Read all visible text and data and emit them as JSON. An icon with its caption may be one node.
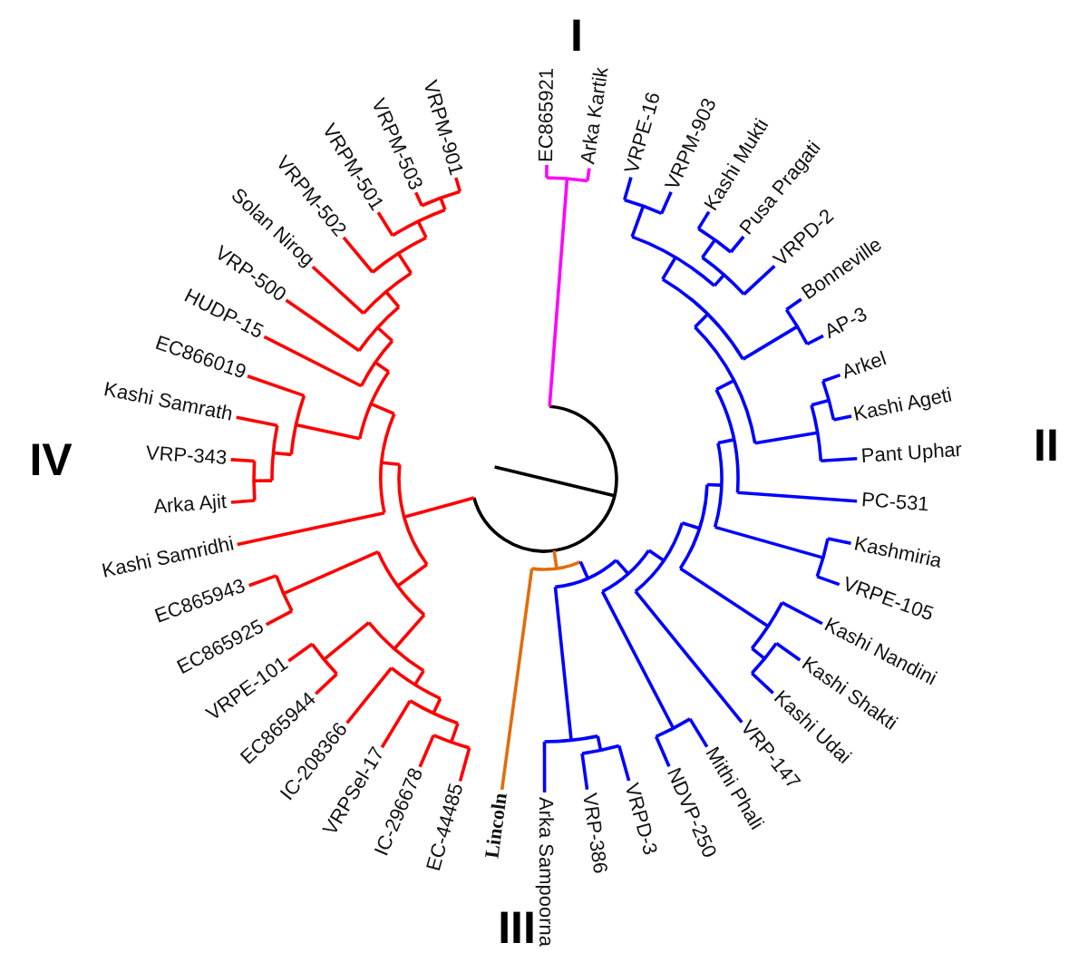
{
  "diagram": {
    "nodes": [
      {
        "text": [
          "EC865921"
        ]
      },
      {
        "text": [
          "Arka Kartik"
        ]
      },
      {
        "text": [
          "VRPE-16"
        ]
      },
      {
        "text": [
          "VRPM-903"
        ]
      },
      {
        "text": [
          "Kashi Mukti"
        ]
      },
      {
        "text": [
          "Pusa Pragati"
        ]
      },
      {
        "text": [
          "VRPD-2"
        ]
      },
      {
        "text": [
          "Bonneville"
        ]
      },
      {
        "text": [
          "AP-3"
        ]
      },
      {
        "text": [
          "Arkel"
        ]
      },
      {
        "text": [
          "Kashi Ageti"
        ]
      },
      {
        "text": [
          "Pant Uphar"
        ]
      },
      {
        "text": [
          "PC-531"
        ]
      },
      {
        "text": [
          "Kashmiria"
        ]
      },
      {
        "text": [
          "VRPE-105"
        ]
      },
      {
        "text": [
          "Kashi Nandini"
        ]
      },
      {
        "text": [
          "Kashi Shakti"
        ]
      },
      {
        "text": [
          "Kashi Udai"
        ]
      },
      {
        "text": [
          "VRP-147"
        ]
      },
      {
        "text": [
          "Mithi Phali"
        ]
      },
      {
        "text": [
          "NDVP-250"
        ]
      },
      {
        "text": [
          "VRPD-3"
        ]
      },
      {
        "text": [
          "VRP-386"
        ]
      },
      {
        "text": [
          "Arka Sampoorna"
        ]
      },
      {
        "text": [
          "Lincoln"
        ]
      },
      {
        "text": [
          "EC-44485"
        ]
      },
      {
        "text": [
          "IC-296678"
        ]
      },
      {
        "text": [
          "VRPSel-17"
        ]
      },
      {
        "text": [
          "IC-208366"
        ]
      },
      {
        "text": [
          "EC865944"
        ]
      },
      {
        "text": [
          "VRPE-101"
        ]
      },
      {
        "text": [
          "EC865925"
        ]
      },
      {
        "text": [
          "EC865943"
        ]
      },
      {
        "text": [
          "Kashi Samridhi"
        ]
      },
      {
        "text": [
          "Arka Ajit"
        ]
      },
      {
        "text": [
          "VRP-343"
        ]
      },
      {
        "text": [
          "Kashi Samrath"
        ]
      },
      {
        "text": [
          "EC866019"
        ]
      },
      {
        "text": [
          "HUDP-15"
        ]
      },
      {
        "text": [
          "VRP-500"
        ]
      },
      {
        "text": [
          "Solan Nirog"
        ]
      },
      {
        "text": [
          "VRPM-502"
        ]
      },
      {
        "text": [
          "VRPM-501"
        ]
      },
      {
        "text": [
          "VRPM-503"
        ]
      },
      {
        "text": [
          "VRPM-901"
        ]
      },
      {
        "text": [],
        "shape": "bar"
      },
      {
        "text": [],
        "shape": "bar"
      },
      {
        "text": [],
        "shape": "bar"
      },
      {
        "text": [],
        "shape": "bar"
      },
      {
        "text": [],
        "shape": "bar"
      },
      {
        "text": [],
        "shape": "bar"
      },
      {
        "text": [],
        "shape": "bar"
      },
      {
        "text": [],
        "shape": "bar"
      },
      {
        "text": [],
        "shape": "bar"
      },
      {
        "text": [],
        "shape": "bar"
      },
      {
        "text": [],
        "shape": "bar"
      },
      {
        "text": [],
        "shape": "bar"
      },
      {
        "text": [],
        "shape": "bar"
      },
      {
        "text": [],
        "shape": "bar"
      },
      {
        "text": [],
        "shape": "bar"
      },
      {
        "text": [],
        "shape": "bar"
      },
      {
        "text": [],
        "shape": "bar"
      },
      {
        "text": [],
        "shape": "bar"
      },
      {
        "text": [],
        "shape": "bar"
      },
      {
        "text": [],
        "shape": "bar"
      },
      {
        "text": [],
        "shape": "bar"
      },
      {
        "text": [],
        "shape": "bar"
      },
      {
        "text": [],
        "shape": "bar"
      },
      {
        "text": [],
        "shape": "bar"
      },
      {
        "text": [],
        "shape": "bar"
      },
      {
        "text": [],
        "shape": "bar"
      },
      {
        "text": [],
        "shape": "bar"
      },
      {
        "text": [],
        "shape": "bar"
      },
      {
        "text": [],
        "shape": "bar"
      },
      {
        "text": [],
        "shape": "bar"
      },
      {
        "text": [],
        "shape": "bar"
      },
      {
        "text": [],
        "shape": "bar"
      },
      {
        "text": [],
        "shape": "bar"
      },
      {
        "text": [],
        "shape": "bar"
      },
      {
        "text": [],
        "shape": "bar"
      },
      {
        "text": [],
        "shape": "bar"
      },
      {
        "text": [],
        "shape": "bar"
      },
      {
        "text": [],
        "shape": "bar"
      },
      {
        "text": [],
        "shape": "bar"
      },
      {
        "text": [],
        "shape": "bar"
      },
      {
        "text": [],
        "shape": "bar"
      },
      {
        "text": [],
        "shape": "bar"
      },
      {
        "text": [],
        "shape": "bar"
      }
    ],
    "edges": [
      {
        "from": 45,
        "to": 46,
        "arrow": "none",
        "color": "#ff00ff"
      },
      {
        "from": 45,
        "to": 47,
        "arrow": "none",
        "color": "#e36c0a"
      },
      {
        "from": 45,
        "to": 48,
        "arrow": "none",
        "color": "#ff0000"
      },
      {
        "from": 45,
        "to": null,
        "arrow": "none",
        "color": "#000000"
      },
      {
        "from": 46,
        "to": 0,
        "arrow": "none",
        "color": "#ff00ff"
      },
      {
        "from": 46,
        "to": 1,
        "arrow": "none",
        "color": "#ff00ff"
      },
      {
        "from": 47,
        "to": 49,
        "arrow": "none"
      },
      {
        "from": 47,
        "to": 24,
        "arrow": "none",
        "color": "#e36c0a"
      },
      {
        "from": 48,
        "to": 70,
        "arrow": "none",
        "color": "#ff0000"
      },
      {
        "from": 48,
        "to": 77,
        "arrow": "none",
        "color": "#ff0000"
      },
      {
        "from": 49,
        "to": 50,
        "arrow": "none"
      },
      {
        "from": 49,
        "to": 68,
        "arrow": "none"
      },
      {
        "from": 50,
        "to": 51,
        "arrow": "none"
      },
      {
        "from": 50,
        "to": 67,
        "arrow": "none"
      },
      {
        "from": 51,
        "to": 52,
        "arrow": "none"
      },
      {
        "from": 51,
        "to": 18,
        "arrow": "none"
      },
      {
        "from": 52,
        "to": 53,
        "arrow": "none"
      },
      {
        "from": 52,
        "to": 65,
        "arrow": "none"
      },
      {
        "from": 53,
        "to": 54,
        "arrow": "none"
      },
      {
        "from": 53,
        "to": 64,
        "arrow": "none"
      },
      {
        "from": 54,
        "to": 55,
        "arrow": "none"
      },
      {
        "from": 54,
        "to": 12,
        "arrow": "none"
      },
      {
        "from": 55,
        "to": 56,
        "arrow": "none"
      },
      {
        "from": 55,
        "to": 62,
        "arrow": "none"
      },
      {
        "from": 56,
        "to": 57,
        "arrow": "none"
      },
      {
        "from": 56,
        "to": 61,
        "arrow": "none"
      },
      {
        "from": 57,
        "to": 58,
        "arrow": "none"
      },
      {
        "from": 57,
        "to": 59,
        "arrow": "none"
      },
      {
        "from": 58,
        "to": 2,
        "arrow": "none"
      },
      {
        "from": 58,
        "to": 3,
        "arrow": "none"
      },
      {
        "from": 59,
        "to": 60,
        "arrow": "none"
      },
      {
        "from": 59,
        "to": 6,
        "arrow": "none"
      },
      {
        "from": 60,
        "to": 4,
        "arrow": "none"
      },
      {
        "from": 60,
        "to": 5,
        "arrow": "none"
      },
      {
        "from": 61,
        "to": 7,
        "arrow": "none"
      },
      {
        "from": 61,
        "to": 8,
        "arrow": "none"
      },
      {
        "from": 62,
        "to": 63,
        "arrow": "none"
      },
      {
        "from": 62,
        "to": 11,
        "arrow": "none"
      },
      {
        "from": 63,
        "to": 9,
        "arrow": "none"
      },
      {
        "from": 63,
        "to": 10,
        "arrow": "none"
      },
      {
        "from": 64,
        "to": 13,
        "arrow": "none"
      },
      {
        "from": 64,
        "to": 14,
        "arrow": "none"
      },
      {
        "from": 65,
        "to": 15,
        "arrow": "none"
      },
      {
        "from": 65,
        "to": 66,
        "arrow": "none"
      },
      {
        "from": 66,
        "to": 16,
        "arrow": "none"
      },
      {
        "from": 66,
        "to": 17,
        "arrow": "none"
      },
      {
        "from": 67,
        "to": 19,
        "arrow": "none"
      },
      {
        "from": 67,
        "to": 20,
        "arrow": "none"
      },
      {
        "from": 68,
        "to": 69,
        "arrow": "none"
      },
      {
        "from": 68,
        "to": 23,
        "arrow": "none"
      },
      {
        "from": 69,
        "to": 21,
        "arrow": "none"
      },
      {
        "from": 69,
        "to": 22,
        "arrow": "none"
      },
      {
        "from": 70,
        "to": 71,
        "arrow": "none",
        "color": "#ff0000"
      },
      {
        "from": 70,
        "to": 72,
        "arrow": "none",
        "color": "#ff0000"
      },
      {
        "from": 71,
        "to": 31,
        "arrow": "none",
        "color": "#ff0000"
      },
      {
        "from": 71,
        "to": 32,
        "arrow": "none",
        "color": "#ff0000"
      },
      {
        "from": 72,
        "to": 73,
        "arrow": "none",
        "color": "#ff0000"
      },
      {
        "from": 72,
        "to": 74,
        "arrow": "none",
        "color": "#ff0000"
      },
      {
        "from": 73,
        "to": 29,
        "arrow": "none",
        "color": "#ff0000"
      },
      {
        "from": 73,
        "to": 30,
        "arrow": "none",
        "color": "#ff0000"
      },
      {
        "from": 74,
        "to": 28,
        "arrow": "none",
        "color": "#ff0000"
      },
      {
        "from": 74,
        "to": 75,
        "arrow": "none",
        "color": "#ff0000"
      },
      {
        "from": 75,
        "to": 27,
        "arrow": "none",
        "color": "#ff0000"
      },
      {
        "from": 75,
        "to": 76,
        "arrow": "none",
        "color": "#ff0000"
      },
      {
        "from": 76,
        "to": 25,
        "arrow": "none",
        "color": "#ff0000"
      },
      {
        "from": 76,
        "to": 26,
        "arrow": "none",
        "color": "#ff0000"
      },
      {
        "from": 77,
        "to": 33,
        "arrow": "none",
        "color": "#ff0000"
      },
      {
        "from": 77,
        "to": 78,
        "arrow": "none",
        "color": "#ff0000"
      },
      {
        "from": 78,
        "to": 79,
        "arrow": "none",
        "color": "#ff0000"
      },
      {
        "from": 78,
        "to": 82,
        "arrow": "none",
        "color": "#ff0000"
      },
      {
        "from": 79,
        "to": 37,
        "arrow": "none",
        "color": "#ff0000"
      },
      {
        "from": 79,
        "to": 80,
        "arrow": "none",
        "color": "#ff0000"
      },
      {
        "from": 80,
        "to": 36,
        "arrow": "none",
        "color": "#ff0000"
      },
      {
        "from": 80,
        "to": 81,
        "arrow": "none",
        "color": "#ff0000"
      },
      {
        "from": 81,
        "to": 34,
        "arrow": "none",
        "color": "#ff0000"
      },
      {
        "from": 81,
        "to": 35,
        "arrow": "none",
        "color": "#ff0000"
      },
      {
        "from": 82,
        "to": 38,
        "arrow": "none",
        "color": "#ff0000"
      },
      {
        "from": 82,
        "to": 83,
        "arrow": "none",
        "color": "#ff0000"
      },
      {
        "from": 83,
        "to": 39,
        "arrow": "none",
        "color": "#ff0000"
      },
      {
        "from": 83,
        "to": 84,
        "arrow": "none",
        "color": "#ff0000"
      },
      {
        "from": 84,
        "to": 40,
        "arrow": "none",
        "color": "#ff0000"
      },
      {
        "from": 84,
        "to": 85,
        "arrow": "none",
        "color": "#ff0000"
      },
      {
        "from": 85,
        "to": 41,
        "arrow": "none",
        "color": "#ff0000"
      },
      {
        "from": 85,
        "to": 86,
        "arrow": "none",
        "color": "#ff0000"
      },
      {
        "from": 86,
        "to": 42,
        "arrow": "none",
        "color": "#ff0000"
      },
      {
        "from": 86,
        "to": 87,
        "arrow": "none",
        "color": "#ff0000"
      },
      {
        "from": 87,
        "to": 43,
        "arrow": "none",
        "color": "#ff0000"
      },
      {
        "from": 87,
        "to": 44,
        "arrow": "none",
        "color": "#ff0000"
      }
    ],
    "labels": [
      "I",
      "II",
      "III",
      "IV"
    ]
  }
}
